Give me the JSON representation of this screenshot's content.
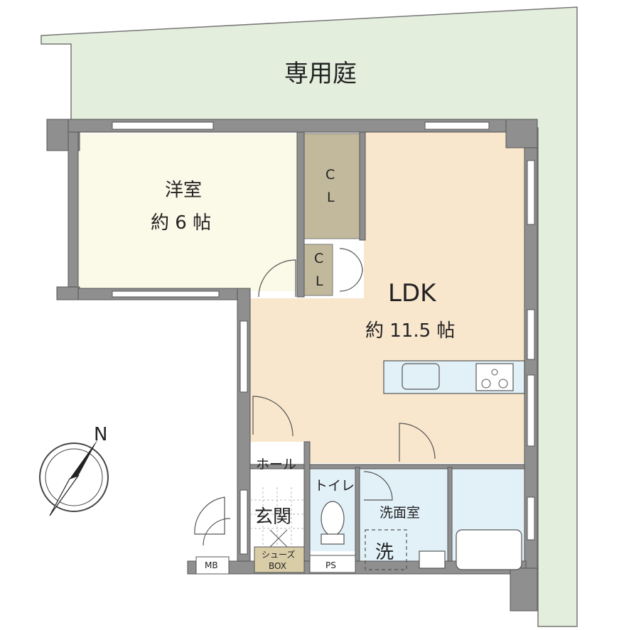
{
  "garden": {
    "label": "専用庭"
  },
  "rooms": {
    "western": {
      "name": "洋室",
      "size": "約 6 帖"
    },
    "closet_large": {
      "c": "C",
      "l": "L"
    },
    "closet_small": {
      "c": "C",
      "l": "L"
    },
    "ldk": {
      "name": "LDK",
      "size": "約 11.5 帖"
    },
    "hall": {
      "name": "ホール"
    },
    "entrance": {
      "name": "玄関"
    },
    "shoe_box": {
      "line1": "シューズ",
      "line2": "BOX"
    },
    "toilet": {
      "name": "トイレ"
    },
    "washroom": {
      "name": "洗面室"
    },
    "washer": {
      "label": "洗"
    },
    "ps": {
      "label": "PS"
    },
    "mb": {
      "label": "MB"
    }
  },
  "compass": {
    "label": "N"
  },
  "colors": {
    "garden": "#e4eedc",
    "western_room": "#fbf9e8",
    "ldk": "#f8e6cd",
    "closet_dark": "#c2b89c",
    "wet_area": "#e2f1f8",
    "wall": "#8f8f8f",
    "wall_outline": "#555555"
  }
}
